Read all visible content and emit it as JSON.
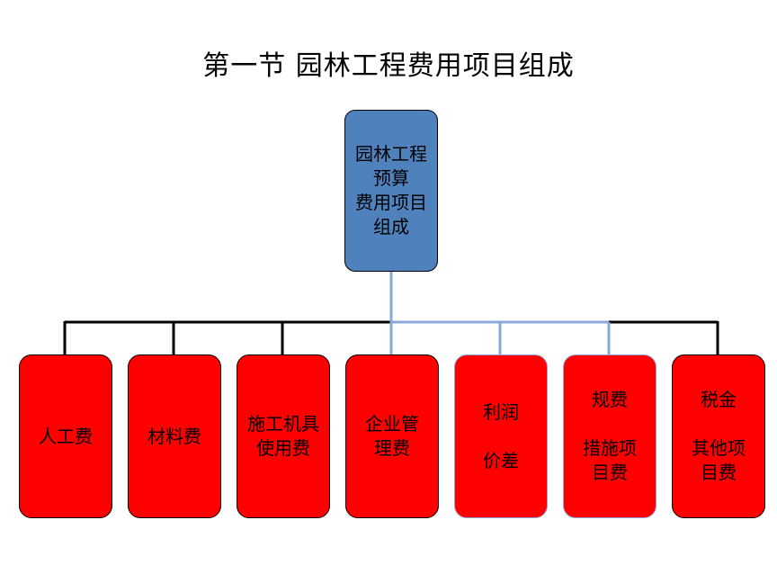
{
  "title": "第一节 园林工程费用项目组成",
  "root": {
    "lines": [
      "园林工程",
      "预算",
      "费用项目",
      "组成"
    ]
  },
  "children": [
    {
      "lines": [
        "人工费"
      ]
    },
    {
      "lines": [
        "材料费"
      ]
    },
    {
      "lines": [
        "施工机具",
        "使用费"
      ]
    },
    {
      "lines": [
        "企业管",
        "理费"
      ]
    },
    {
      "lines": [
        "利润",
        "",
        "价差"
      ]
    },
    {
      "lines": [
        "规费",
        "",
        "措施项",
        "目费"
      ]
    },
    {
      "lines": [
        "税金",
        "",
        "其他项",
        "目费"
      ]
    }
  ],
  "colors": {
    "root_fill": "#4f81bd",
    "child_fill": "#ff0000",
    "connector_black": "#000000",
    "connector_blue": "#8aa8d8"
  }
}
